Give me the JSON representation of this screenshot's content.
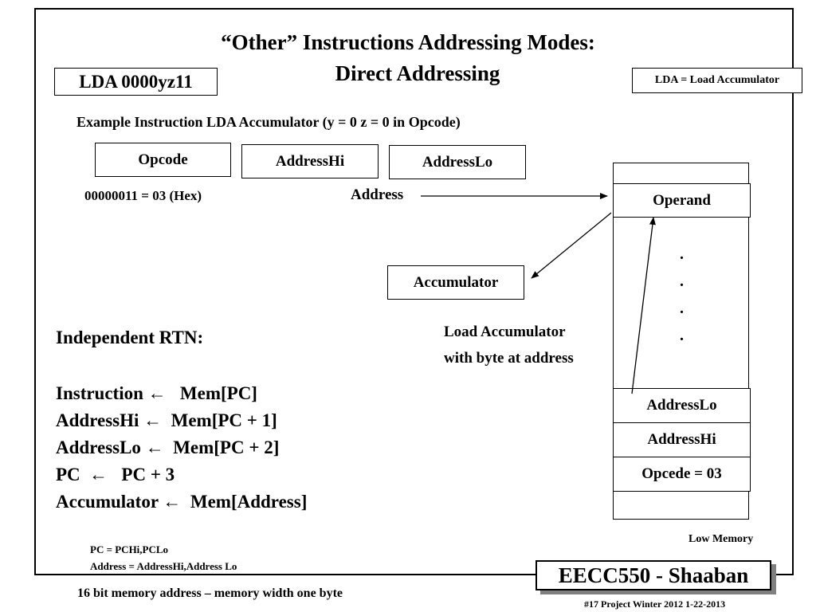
{
  "slide": {
    "title_line1": "“Other” Instructions Addressing Modes:",
    "title_line2": "Direct Addressing",
    "instruction_code": "LDA   0000yz11",
    "lda_note": "LDA = Load Accumulator",
    "example_instruction": "Example Instruction  LDA  Accumulator  (y =  0   z = 0 in Opcode)",
    "fields": {
      "opcode": "Opcode",
      "address_hi": "AddressHi",
      "address_lo": "AddressLo"
    },
    "opcode_value": "00000011 = 03 (Hex)",
    "address_label": "Address",
    "accumulator": "Accumulator",
    "load_note_line1": "Load Accumulator",
    "load_note_line2": "with byte at address",
    "memory": {
      "operand": "Operand",
      "dots": [
        ".",
        ".",
        ".",
        "."
      ],
      "address_lo": "AddressLo",
      "address_hi": "AddressHi",
      "opcode": "Opcede = 03",
      "low_memory": "Low Memory"
    },
    "rtn": {
      "heading": "Independent RTN:",
      "arrow": "←",
      "lines": [
        {
          "lhs": "Instruction ",
          "rhs": "   Mem[PC]"
        },
        {
          "lhs": "AddressHi ",
          "rhs": "  Mem[PC + 1]"
        },
        {
          "lhs": "AddressLo ",
          "rhs": "  Mem[PC + 2]"
        },
        {
          "lhs": "PC  ",
          "rhs": "   PC + 3"
        },
        {
          "lhs": "Accumulator ",
          "rhs": "  Mem[Address]"
        }
      ]
    },
    "notes": {
      "pc": "PC = PCHi,PCLo",
      "address": "Address = AddressHi,Address Lo"
    },
    "footer_left": "16 bit memory address – memory width one byte",
    "course_badge": "EECC550 - Shaaban",
    "footer_right": "#17   Project  Winter 2012   1-22-2013"
  }
}
